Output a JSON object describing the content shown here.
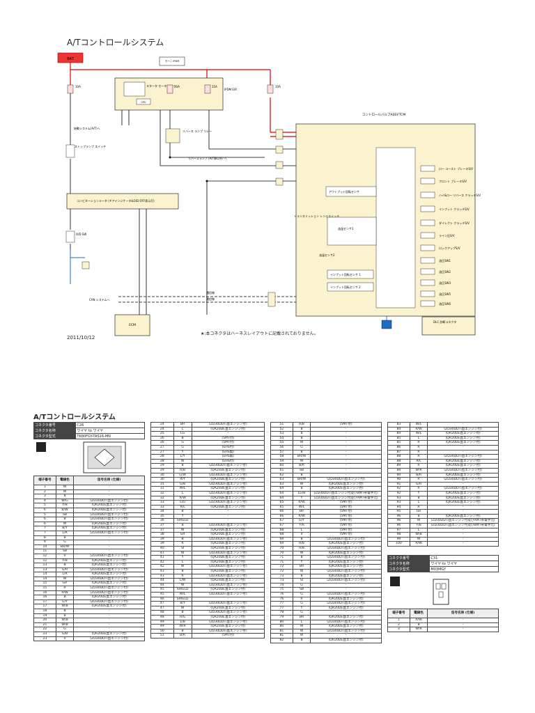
{
  "diagram": {
    "title": "A/Tコントロールシステム",
    "date": "2011/10/12",
    "note": "★:本コネクタはハーネスレイアウトに記載されておりません。",
    "labels": {
      "bat": "BAT",
      "ipdm_top": "モーニ IPDM",
      "fuse10a": "10A",
      "fuse20a": "20A",
      "fuse15a": "15A",
      "starter_relay": "スタータ モータ リレー",
      "cpu": "CPU",
      "ipdm": "IPDM E/R",
      "start_system": "始動システム(A/T)へ",
      "stop_lamp": "ストップランプ スイッチ",
      "reverse_relay": "リバース ランプ リレー",
      "reverse_lamp": "リバースランプ (A/T車以外) へ",
      "combination_meter": "コンビネーションメータ (ギアインジケータ&O/D OFF表示灯)",
      "od_sw": "O/D SW",
      "tcm": "コントロールバルブASSY-TCM",
      "output_sensor": "アウトプット回転センサ",
      "trans_range": "トランスミッション レンジスイッチ",
      "temp_sensor": "油温センサ1",
      "temp_sensor2": "油温センサ2",
      "input_sensor1": "インプット回転センサ 1",
      "input_sensor2": "インプット回転センサ 2",
      "can_system": "CAN システムへ",
      "comm_line": "通信線",
      "ecm": "ECM",
      "dlc": "DLC 診断コネクタ",
      "sol_1": "ロー コースト ブレーキS/V",
      "sol_2": "フロント ブレーキS/V",
      "sol_3": "ハイ&ロー リバース クラッチS/V",
      "sol_4": "インプット クラッチS/V",
      "sol_5": "ダイレクト クラッチS/V",
      "sol_6": "ライン圧S/V",
      "sol_7": "ロックアップS/V",
      "sw_1": "油圧SW1",
      "sw_2": "油圧SW2",
      "sw_3": "油圧SW3",
      "sw_4": "油圧SW5",
      "sw_5": "油圧SW6"
    }
  },
  "sheet": {
    "title": "A/Tコントロールシステム",
    "connector1": {
      "no_label": "コネクタ番号",
      "no": "C26",
      "name_label": "コネクタ名称",
      "name": "ワイヤ to ワイヤ",
      "type_label": "コネクタ型式",
      "type": "TK80FGY-TAS16-MN"
    },
    "connector2": {
      "no_label": "コネクタ番号",
      "no": "C31",
      "name_label": "コネクタ名称",
      "name": "ワイヤ to ワイヤ",
      "type_label": "コネクタ型式",
      "type": "M03MGY"
    },
    "headers": {
      "pin": "端子番号",
      "color": "電線色",
      "signal": "信号名称 (仕様)"
    },
    "col1": [
      [
        "1",
        "W",
        "-"
      ],
      [
        "2",
        "W",
        "-"
      ],
      [
        "3",
        "B",
        "-"
      ],
      [
        "4",
        "W/G",
        "(ZD30DDTi直エンジン付)"
      ],
      [
        "5",
        "Y/B",
        "(QR20DE直エンジン付)"
      ],
      [
        "6",
        "B/W",
        "(QR20DE直エンジン付)"
      ],
      [
        "5",
        "SB",
        "(ZD30DDTi直エンジン付)"
      ],
      [
        "6",
        "B",
        "(ZD30DDTi直エンジン付)"
      ],
      [
        "6",
        "W",
        "(QR20DE直エンジン付)"
      ],
      [
        "7",
        "B/Y",
        "(QR20DE直エンジン付)"
      ],
      [
        "7",
        "L/R",
        "(ZD30DDTi直エンジン付)"
      ],
      [
        "8",
        "B",
        "-"
      ],
      [
        "9",
        "G",
        "-"
      ],
      [
        "10",
        "BR/W",
        "-"
      ],
      [
        "11",
        "SB",
        "-"
      ],
      [
        "12",
        "V",
        "(ZD30DDTi直エンジン付)"
      ],
      [
        "12",
        "Y/B",
        "(QR20DE直エンジン付)"
      ],
      [
        "13",
        "B",
        "(QR20DE直エンジン付)"
      ],
      [
        "13",
        "G/R",
        "(ZD30DDTi直エンジン付)"
      ],
      [
        "14",
        "L/R",
        "(QR20DE直エンジン付)"
      ],
      [
        "14",
        "W",
        "(ZD30DDTi直エンジン付)"
      ],
      [
        "15",
        "GR",
        "(QR20DE直エンジン付)"
      ],
      [
        "15",
        "R",
        "(ZD30DDTi直エンジン付)"
      ],
      [
        "16",
        "R/W",
        "(ZD30DDTi直エンジン付)"
      ],
      [
        "16",
        "B",
        "(QR20DE直エンジン付)"
      ],
      [
        "17",
        "G/Y",
        "(ZD30DDTi直エンジン付)"
      ],
      [
        "17",
        "W/B",
        "(QR20DE直エンジン付)"
      ],
      [
        "18",
        "B",
        "-"
      ],
      [
        "19",
        "B",
        "-"
      ],
      [
        "20",
        "W/B",
        "-"
      ],
      [
        "21",
        "W/B",
        "-"
      ],
      [
        "22",
        "G",
        "-"
      ],
      [
        "23",
        "G/B",
        "(QR20DE直エンジン付)"
      ],
      [
        "23",
        "V",
        "(ZD30DDTi直エンジン付)"
      ]
    ],
    "col2": [
      [
        "24",
        "BR",
        "(ZD30DDTi直エンジン付)"
      ],
      [
        "24",
        "L",
        "(QR20DE直エンジン付)"
      ],
      [
        "25",
        "LG",
        "-"
      ],
      [
        "26",
        "B",
        "(5MT付)"
      ],
      [
        "26",
        "G",
        "(5MT付)"
      ],
      [
        "27",
        "G",
        "(EHS付)"
      ],
      [
        "27",
        "Y",
        "(EHS無)"
      ],
      [
        "28",
        "L/Y",
        "(EHS無)"
      ],
      [
        "28",
        "W",
        "(EHS付)"
      ],
      [
        "29",
        "B",
        "(ZD30DDTi直エンジン付)"
      ],
      [
        "29",
        "R/B",
        "(QR20DE直エンジン付)"
      ],
      [
        "30",
        "G/W",
        "(ZD30DDTi直エンジン付)"
      ],
      [
        "30",
        "R/Y",
        "(QR20DE直エンジン付)"
      ],
      [
        "31",
        "G/B",
        "(ZD30DDTi直エンジン付)"
      ],
      [
        "31",
        "W/L",
        "(QR20DE直エンジン付)"
      ],
      [
        "32",
        "L",
        "(ZD30DDTi直エンジン付)"
      ],
      [
        "32",
        "R/W",
        "(QR20DE直エンジン付)"
      ],
      [
        "33",
        "L/G",
        "(ZD30DDTi直エンジン付)"
      ],
      [
        "33",
        "R/L",
        "(QR20DE直エンジン付)"
      ],
      [
        "34",
        "B",
        "-"
      ],
      [
        "35",
        "Y",
        "-"
      ],
      [
        "36",
        "SHIELD",
        "-"
      ],
      [
        "37",
        "B",
        "(ZD30DDTi直エンジン付)"
      ],
      [
        "37",
        "W",
        "(QR20DE直エンジン付)"
      ],
      [
        "38",
        "GR",
        "(QR20DE直エンジン付)"
      ],
      [
        "39",
        "B",
        "(ZD30DDTi直エンジン付)"
      ],
      [
        "39",
        "R",
        "(QR20DE直エンジン付)"
      ],
      [
        "40",
        "SI",
        "(QR20DE直エンジン付)"
      ],
      [
        "41",
        "W",
        "(ZD30DDTi直エンジン付)"
      ],
      [
        "41",
        "Y",
        "(QR20DE直エンジン付)"
      ],
      [
        "42",
        "L",
        "(QR20DE直エンジン付)"
      ],
      [
        "42",
        "W",
        "(ZD30DDTi直エンジン付)"
      ],
      [
        "43",
        "B",
        "(QR20DE直エンジン付)"
      ],
      [
        "43",
        "R",
        "(ZD30DDTi直エンジン付)"
      ],
      [
        "44",
        "L/W",
        "(QR20DE直エンジン付)"
      ],
      [
        "44",
        "W",
        "(ZD30DDTi直エンジン付)"
      ],
      [
        "45",
        "SHIELD",
        "(QR20DE直エンジン付)"
      ],
      [
        "45",
        "W/L",
        "(ZD30DDTi直エンジン付)"
      ],
      [
        "46",
        "SHIELD",
        "-"
      ],
      [
        "47",
        "B/Y",
        "(ZD30DDTi直エンジン付)"
      ],
      [
        "47",
        "W",
        "(QR20DE直エンジン付)"
      ],
      [
        "48",
        "B",
        "(ZD30DDTi直エンジン付)"
      ],
      [
        "48",
        "R/G",
        "(QR20DE直エンジン付)"
      ],
      [
        "49",
        "L/B",
        "(ZD30DDTi直エンジン付)"
      ],
      [
        "49",
        "W/R",
        "(QR20DE直エンジン付)"
      ],
      [
        "50",
        "B",
        "(ZD30DDTi直エンジン付)"
      ],
      [
        "51",
        "B/R",
        "(5MT付)"
      ]
    ],
    "col3": [
      [
        "51",
        "R/B",
        "(5MT付)"
      ],
      [
        "52",
        "B",
        "-"
      ],
      [
        "53",
        "B",
        "-"
      ],
      [
        "54",
        "B",
        "-"
      ],
      [
        "55",
        "W",
        "-"
      ],
      [
        "56",
        "G",
        "-"
      ],
      [
        "57",
        "B",
        "-"
      ],
      [
        "58",
        "BR/W",
        "-"
      ],
      [
        "59",
        "W",
        "-"
      ],
      [
        "60",
        "B/R",
        "-"
      ],
      [
        "61",
        "SB",
        "-"
      ],
      [
        "62",
        "B",
        "-"
      ],
      [
        "63",
        "BR/W",
        "(ZD30DDTi直エンジン付)"
      ],
      [
        "63",
        "W",
        "(QR20DE直エンジン付)"
      ],
      [
        "64",
        "B",
        "(QR20DE直エンジン付)"
      ],
      [
        "64",
        "LG/B",
        "(ZD30DDTi直エンジン付及びBMT帯電手元)"
      ],
      [
        "64",
        "Y",
        "(ZD30DDTi直エンジン付及びAMT帯電手元)"
      ],
      [
        "65",
        "R/W",
        "(5MT付)"
      ],
      [
        "65",
        "W/L",
        "(5MT付)"
      ],
      [
        "66",
        "BR",
        "(5MT付)"
      ],
      [
        "66",
        "R/W",
        "(5MT付)"
      ],
      [
        "67",
        "G/Y",
        "(5MT付)"
      ],
      [
        "67",
        "Y/R",
        "(5MT付)"
      ],
      [
        "68",
        "L",
        "(5MT付)"
      ],
      [
        "68",
        "V",
        "(5MT付)"
      ],
      [
        "69",
        "B",
        "(ZD30DDTi直エンジン付)"
      ],
      [
        "69",
        "R/B",
        "(QR20DE直エンジン付)"
      ],
      [
        "70",
        "R/B",
        "(ZD30DDTi直エンジン付)"
      ],
      [
        "70",
        "W",
        "(QR20DE直エンジン付)"
      ],
      [
        "71",
        "B",
        "(ZD30DDTi直エンジン付)"
      ],
      [
        "71",
        "Y",
        "(QR20DE直エンジン付)"
      ],
      [
        "72",
        "BR",
        "(QR20DE直エンジン付)"
      ],
      [
        "72",
        "W",
        "(ZD30DDTi直エンジン付)"
      ],
      [
        "73",
        "B",
        "(QR20DE直エンジン付)"
      ],
      [
        "73",
        "SI",
        "(ZD30DDTi直エンジン付)"
      ],
      [
        "74",
        "G",
        "-"
      ],
      [
        "75",
        "SB",
        "-"
      ],
      [
        "76",
        "G",
        "(ZD30DDTi直エンジン付)"
      ],
      [
        "76",
        "R",
        "(QR20DE直エンジン付)"
      ],
      [
        "77",
        "G",
        "(ZD30DDTi直エンジン付)"
      ],
      [
        "77",
        "Y",
        "(QR20DE直エンジン付)"
      ],
      [
        "78",
        "G",
        "-"
      ],
      [
        "79",
        "BR",
        "(QR20DE直エンジン付)"
      ],
      [
        "80",
        "L",
        "(ZD30DDTi直エンジン付)"
      ],
      [
        "80",
        "W",
        "(QR20DE直エンジン付)"
      ],
      [
        "81",
        "W",
        "(ZD30DDTi直エンジン付)"
      ],
      [
        "81",
        "W",
        "-"
      ],
      [
        "82",
        "B",
        "(QR20DE直エンジン付)"
      ]
    ],
    "col4": [
      [
        "83",
        "W/L",
        "-"
      ],
      [
        "84",
        "R/W",
        "(ZD30DDTi直エンジン付)"
      ],
      [
        "84",
        "W/L",
        "(QR20DE直エンジン付)"
      ],
      [
        "85",
        "L",
        "(QR20DE直エンジン付)"
      ],
      [
        "85",
        "R",
        "(QR20DE直エンジン付)"
      ],
      [
        "86",
        "R",
        "-"
      ],
      [
        "87",
        "R",
        "-"
      ],
      [
        "88",
        "R",
        "(ZD30DDTi直エンジン付)"
      ],
      [
        "88",
        "R/L",
        "(QR20DE直エンジン付)"
      ],
      [
        "89",
        "R",
        "(QR20DE直エンジン付)"
      ],
      [
        "89",
        "W/R",
        "(ZD30DDTi直エンジン付)"
      ],
      [
        "90",
        "B/R",
        "(QR20DE直エンジン付)"
      ],
      [
        "90",
        "R",
        "(ZD30DDTi直エンジン付)"
      ],
      [
        "91",
        "G/R",
        "-"
      ],
      [
        "92",
        "R",
        "(ZD30DDTi直エンジン付)"
      ],
      [
        "92",
        "Y",
        "(QR20DE直エンジン付)"
      ],
      [
        "93",
        "B",
        "(QR20DE直エンジン付)"
      ],
      [
        "93",
        "L",
        "(QR20DE直エンジン付)"
      ],
      [
        "94",
        "R",
        "-"
      ],
      [
        "95",
        "GR",
        "-"
      ],
      [
        "96",
        "B",
        "(QR20DE直エンジン付)"
      ],
      [
        "96",
        "W",
        "(ZD30DDTi直エンジン付及びAMT帯電手元)"
      ],
      [
        "96",
        "Y/B",
        "(ZD30DDTi直エンジン付及びBMT帯電手元)"
      ],
      [
        "97",
        "L",
        "-"
      ],
      [
        "98",
        "W/B",
        "-"
      ],
      [
        "99",
        "W",
        "-"
      ],
      [
        "100",
        "R/W",
        "-"
      ]
    ],
    "c31": [
      [
        "1",
        "R/W",
        "-"
      ],
      [
        "2",
        "B",
        "-"
      ],
      [
        "3",
        "W/R",
        "-"
      ]
    ]
  }
}
